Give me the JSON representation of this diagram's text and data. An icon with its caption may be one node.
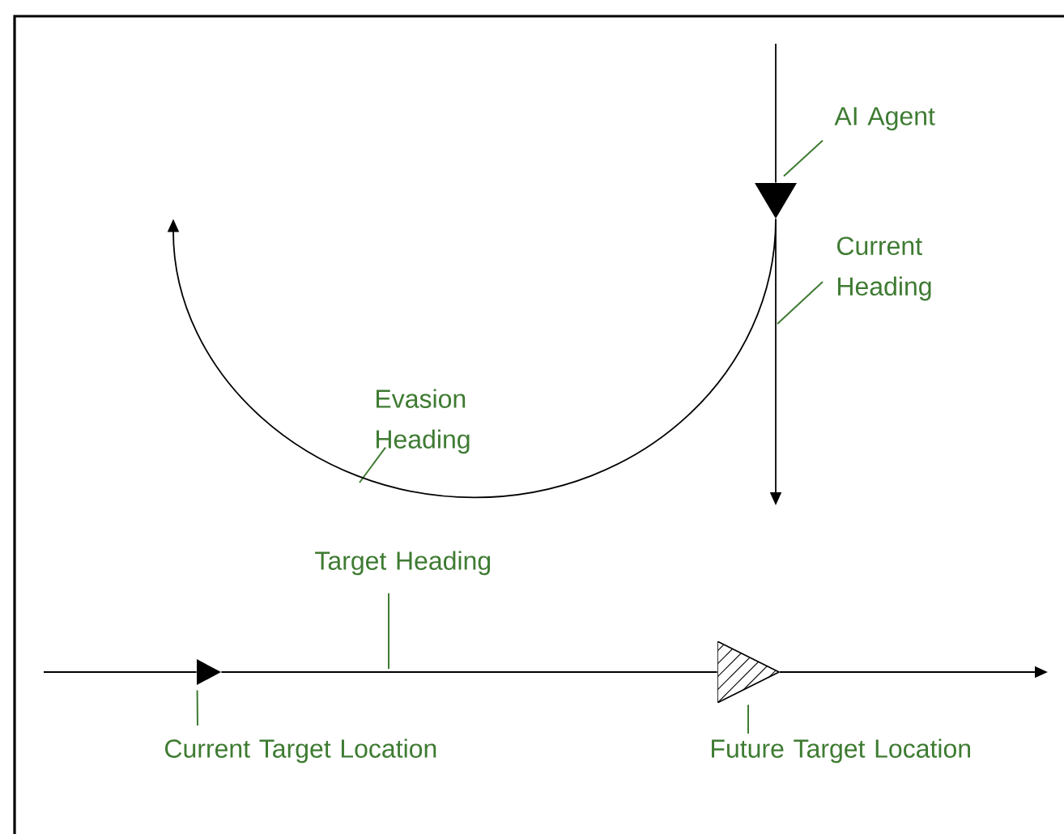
{
  "diagram": {
    "nodes": [
      {
        "text": [
          "AI Agent"
        ]
      },
      {
        "text": [],
        "shape": "triangle"
      },
      {
        "text": [
          "Current Heading"
        ]
      },
      {
        "text": [
          "Evasion Heading"
        ]
      },
      {
        "text": [
          "Target Heading"
        ]
      },
      {
        "text": [
          "Current Target Location"
        ]
      },
      {
        "text": [],
        "shape": "triangle"
      },
      {
        "text": [
          "Future Target Location"
        ]
      },
      {
        "text": [],
        "shape": "triangle"
      }
    ],
    "edges": [
      {
        "from": 0,
        "to": 1,
        "arrow": "none",
        "color": "#3e7b32"
      },
      {
        "from": 2,
        "to": null,
        "arrow": "none",
        "color": "#3e7b32"
      },
      {
        "from": 3,
        "to": null,
        "arrow": "none",
        "color": "#3e7b32"
      },
      {
        "from": 4,
        "to": null,
        "arrow": "none",
        "color": "#3e7b32"
      },
      {
        "from": 5,
        "to": 6,
        "arrow": "none",
        "color": "#3e7b32"
      },
      {
        "from": 7,
        "to": 8,
        "arrow": "none",
        "color": "#3e7b32"
      },
      {
        "from": null,
        "to": 1,
        "arrow": "none",
        "color": "#000000"
      },
      {
        "from": 1,
        "to": null,
        "arrow": "to",
        "color": "#000000"
      },
      {
        "from": 1,
        "to": null,
        "arrow": "to",
        "color": "#000000"
      },
      {
        "from": null,
        "to": 6,
        "arrow": "none",
        "color": "#000000"
      },
      {
        "from": 6,
        "to": 8,
        "arrow": "none",
        "color": "#000000"
      },
      {
        "from": 8,
        "to": null,
        "arrow": "to",
        "color": "#000000"
      }
    ]
  }
}
